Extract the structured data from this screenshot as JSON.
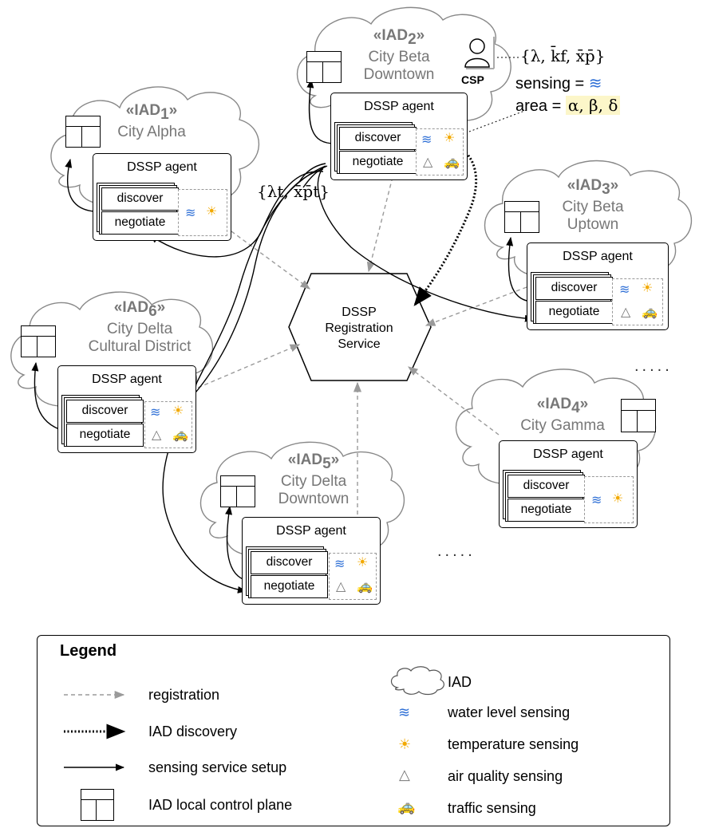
{
  "agent_label": "DSSP agent",
  "discover_label": "discover",
  "negotiate_label": "negotiate",
  "registration_service": {
    "line1": "DSSP",
    "line2": "Registration",
    "line3": "Service"
  },
  "iads": [
    {
      "tag": "«IAD",
      "sub": "1",
      "close": "»",
      "line1": "City Alpha",
      "line2": ""
    },
    {
      "tag": "«IAD",
      "sub": "2",
      "close": "»",
      "line1": "City Beta",
      "line2": "Downtown"
    },
    {
      "tag": "«IAD",
      "sub": "3",
      "close": "»",
      "line1": "City Beta",
      "line2": "Uptown"
    },
    {
      "tag": "«IAD",
      "sub": "4",
      "close": "»",
      "line1": "City Gamma",
      "line2": ""
    },
    {
      "tag": "«IAD",
      "sub": "5",
      "close": "»",
      "line1": "City Delta",
      "line2": "Downtown"
    },
    {
      "tag": "«IAD",
      "sub": "6",
      "close": "»",
      "line1": "City Delta",
      "line2": "Cultural District"
    }
  ],
  "csp": {
    "label": "CSP",
    "request": "{λ, k̄f, x̄p̄}",
    "sensing_label": "sensing =",
    "sensing_icon": "water-level",
    "area_label": "area =",
    "area_values": "α, β, δ"
  },
  "offer_label": "{λt, x̄p̄t}",
  "ellipsis": ".....",
  "legend": {
    "title": "Legend",
    "registration": "registration",
    "iad_discovery": "IAD discovery",
    "sensing_service_setup": "sensing service setup",
    "iad_local_control_plane": "IAD local control plane",
    "iad": "IAD",
    "water_level_sensing": "water level sensing",
    "temperature_sensing": "temperature sensing",
    "air_quality_sensing": "air quality sensing",
    "traffic_sensing": "traffic sensing"
  },
  "colors": {
    "cloud_stroke": "#888888",
    "registration_arrow": "#9a9a9a",
    "title_gray": "#777777",
    "area_highlight": "#fcf6c9"
  }
}
